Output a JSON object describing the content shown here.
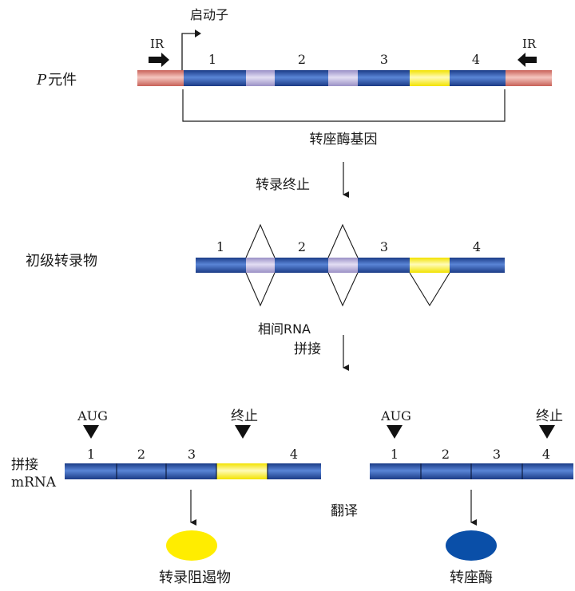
{
  "p_element": {
    "label_italic": "P",
    "label_rest": "元件",
    "promoter": "启动子",
    "ir_left": "IR",
    "ir_right": "IR",
    "exons": [
      "1",
      "2",
      "3",
      "4"
    ],
    "gene_label": "转座酶基因"
  },
  "step1": {
    "label": "转录终止"
  },
  "primary": {
    "label": "初级转录物",
    "exons": [
      "1",
      "2",
      "3",
      "4"
    ]
  },
  "step2": {
    "label_line1": "相间RNA",
    "label_line2": "拼接"
  },
  "spliced": {
    "label_line1": "拼接",
    "label_line2": "mRNA",
    "left": {
      "start": "AUG",
      "stop": "终止",
      "exons": [
        "1",
        "2",
        "3",
        "4"
      ]
    },
    "right": {
      "start": "AUG",
      "stop": "终止",
      "exons": [
        "1",
        "2",
        "3",
        "4"
      ]
    }
  },
  "translation": {
    "label": "翻译"
  },
  "products": {
    "left": {
      "label": "转录阻遏物",
      "color": "#ffed00"
    },
    "right": {
      "label": "转座酶",
      "color": "#0a4fa8"
    }
  },
  "colors": {
    "exon": "#2f56a8",
    "intron": "#b3a9d6",
    "ir": "#d97a72",
    "stop_insert": "#fbf46a"
  }
}
